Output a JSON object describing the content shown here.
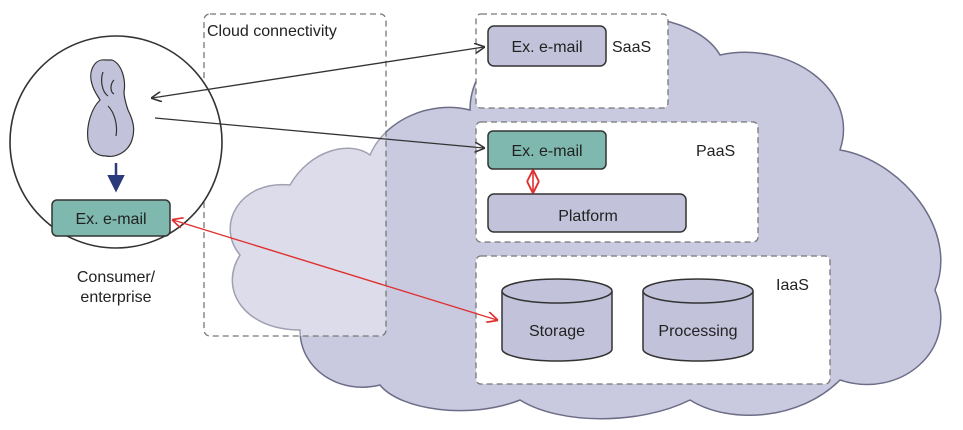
{
  "cloud_connectivity": {
    "label": "Cloud connectivity"
  },
  "consumer": {
    "label_line1": "Consumer/",
    "label_line2": "enterprise",
    "app_label": "Ex. e-mail"
  },
  "saas": {
    "label": "SaaS",
    "app_label": "Ex. e-mail"
  },
  "paas": {
    "label": "PaaS",
    "app_label": "Ex. e-mail",
    "platform_label": "Platform"
  },
  "iaas": {
    "label": "IaaS",
    "storage_label": "Storage",
    "processing_label": "Processing"
  },
  "colors": {
    "cloud_fill": "#c9c9df",
    "app_box_teal": "#7fb8ae",
    "app_box_lavender": "#c2c2db",
    "red_arrow": "#e03030",
    "blue_arrow": "#2a3a7a",
    "outline": "#333333"
  }
}
